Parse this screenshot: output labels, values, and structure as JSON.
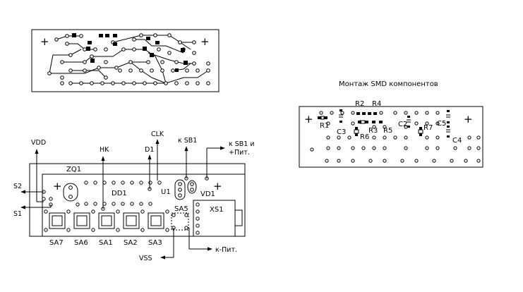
{
  "smd_title": "Монтаж SMD компонентов",
  "labels": {
    "zq1": "ZQ1",
    "dd1": "DD1",
    "u1": "U1",
    "vd1": "VD1",
    "xs1": "XS1",
    "sa5": "SA5",
    "sa7": "SA7",
    "sa6": "SA6",
    "sa1": "SA1",
    "sa2": "SA2",
    "sa3": "SA3",
    "vdd": "VDD",
    "hk": "HK",
    "d1": "D1",
    "clk": "CLK",
    "ksb1": "к SB1",
    "ksb1pit_1": "к SB1 и",
    "ksb1pit_2": "+Пит.",
    "s2": "S2",
    "s1": "S1",
    "vss": "VSS",
    "kpit": "к-Пит.",
    "r1": "R1",
    "r2": "R2",
    "r4": "R4",
    "r3": "R3",
    "r5": "R5",
    "r6": "R6",
    "r7": "R7",
    "c2": "C2",
    "c3": "C3",
    "c4": "C4",
    "c5": "C5",
    "plus": "+"
  }
}
